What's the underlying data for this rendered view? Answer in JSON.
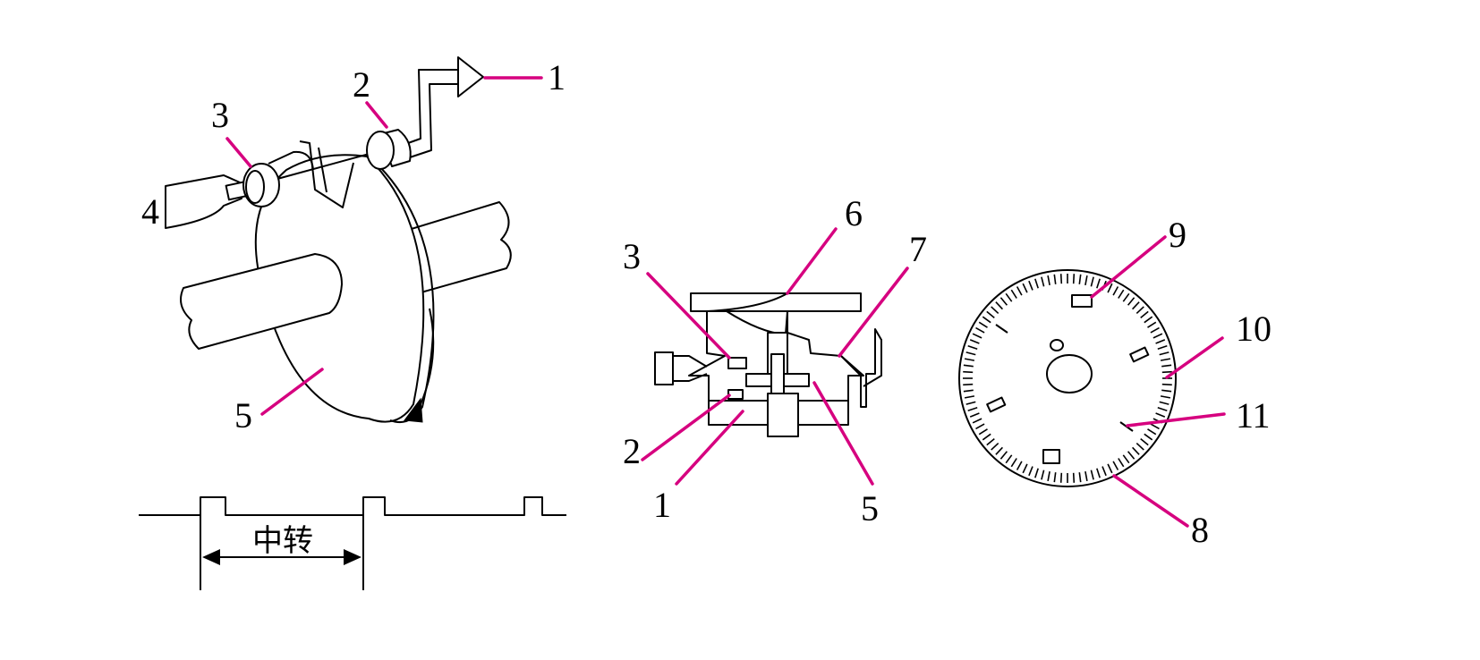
{
  "colors": {
    "leader": "#d6007f",
    "ink": "#000000",
    "background": "#ffffff"
  },
  "left": {
    "labels": {
      "l1": "1",
      "l2": "2",
      "l3": "3",
      "l4": "4",
      "l5": "5"
    },
    "waveform_label": "中转"
  },
  "middle": {
    "labels": {
      "l1": "1",
      "l2": "2",
      "l3": "3",
      "l5": "5",
      "l6": "6",
      "l7": "7"
    }
  },
  "right": {
    "labels": {
      "l8": "8",
      "l9": "9",
      "l10": "10",
      "l11": "11"
    }
  }
}
